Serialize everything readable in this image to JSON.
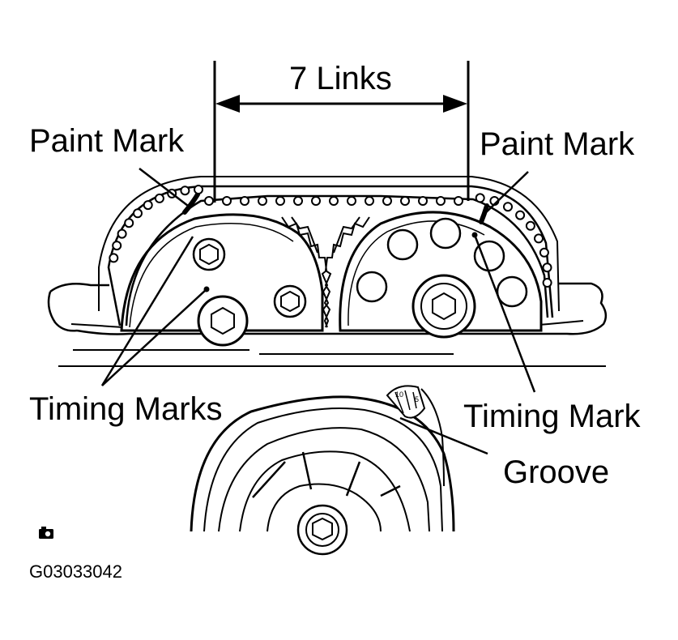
{
  "labels": {
    "links": "7 Links",
    "paint_mark_left": "Paint Mark",
    "paint_mark_right": "Paint Mark",
    "timing_marks": "Timing Marks",
    "timing_mark": "Timing Mark",
    "groove": "Groove"
  },
  "pulley_scale": [
    "10",
    "5"
  ],
  "figure_code": "G03033042",
  "colors": {
    "ink": "#000000",
    "paint": "#000000",
    "paper": "#ffffff"
  },
  "icons": {
    "corner_symbol": "camera-icon"
  }
}
